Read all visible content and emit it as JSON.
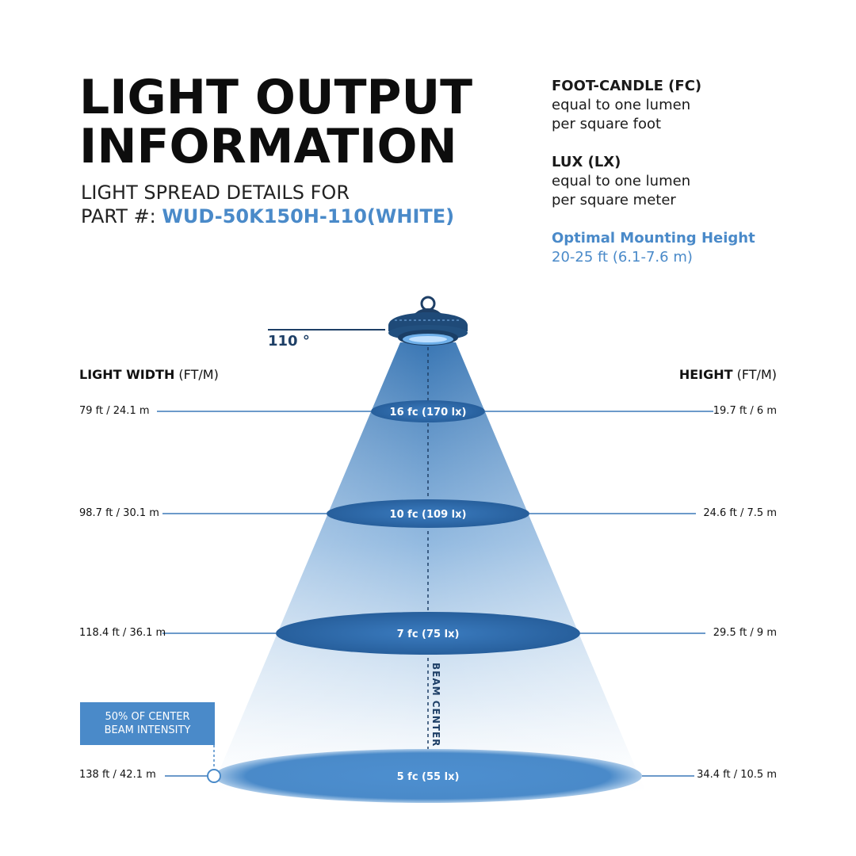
{
  "header": {
    "title_line1": "LIGHT OUTPUT",
    "title_line2": "INFORMATION",
    "subtitle_line1": "LIGHT SPREAD DETAILS FOR",
    "subtitle_prefix": "PART #: ",
    "part_number": "WUD-50K150H-110(WHITE)"
  },
  "definitions": {
    "fc_term": "FOOT-CANDLE (FC)",
    "fc_line1": "equal to one lumen",
    "fc_line2": "per square foot",
    "lx_term": "LUX (LX)",
    "lx_line1": "equal to one lumen",
    "lx_line2": "per square meter",
    "mount_title": "Optimal Mounting Height",
    "mount_value": "20-25 ft (6.1-7.6 m)"
  },
  "diagram": {
    "beam_angle": "110 °",
    "left_header_bold": "LIGHT WIDTH",
    "left_header_unit": " (FT/M)",
    "right_header_bold": "HEIGHT",
    "right_header_unit": " (FT/M)",
    "beam_center": "BEAM CENTER",
    "callout_line1": "50% OF CENTER",
    "callout_line2": "BEAM INTENSITY",
    "levels": [
      {
        "width": "79 ft / 24.1 m",
        "intensity": "16 fc (170 lx)",
        "height": "19.7 ft / 6 m"
      },
      {
        "width": "98.7 ft / 30.1 m",
        "intensity": "10 fc (109 lx)",
        "height": "24.6 ft / 7.5 m"
      },
      {
        "width": "118.4 ft / 36.1 m",
        "intensity": "7 fc (75 lx)",
        "height": "29.5 ft / 9 m"
      },
      {
        "width": "138 ft / 42.1 m",
        "intensity": "5 fc (55 lx)",
        "height": "34.4 ft / 10.5 m"
      }
    ]
  },
  "colors": {
    "accent": "#4a8ac9",
    "dark_blue": "#1e3f66",
    "ring": "#2f6fae"
  }
}
